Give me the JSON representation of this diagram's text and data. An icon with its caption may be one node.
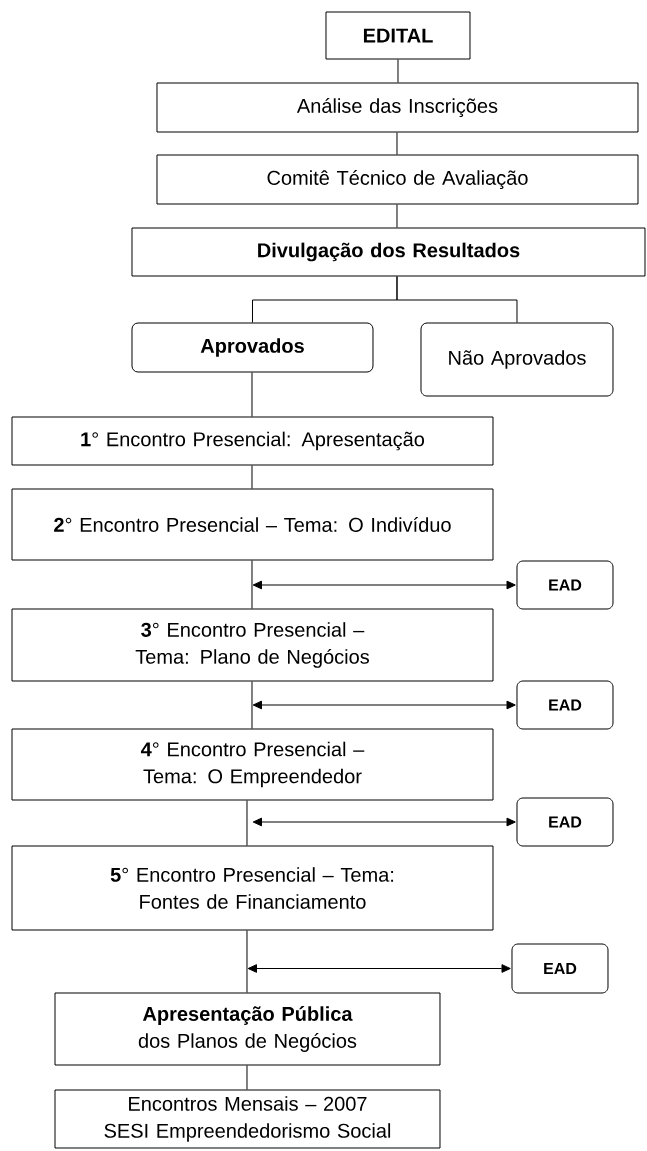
{
  "diagram": {
    "nodes": [
      {
        "text": [
          "EDITAL"
        ]
      },
      {
        "text": [
          "Análise das Inscrições"
        ]
      },
      {
        "text": [
          "Comitê Técnico de Avaliação"
        ]
      },
      {
        "text": [
          "Divulgação dos Resultados"
        ]
      },
      {
        "text": [
          "Aprovados"
        ]
      },
      {
        "text": [
          "Não Aprovados"
        ]
      },
      {
        "text": [
          "**1**° Encontro Presencial: Apresentação"
        ]
      },
      {
        "text": [
          "**2**° Encontro Presencial – Tema: O Indivíduo"
        ]
      },
      {
        "text": [
          "EAD"
        ]
      },
      {
        "text": [
          "**3**° Encontro Presencial – Tema: Plano de Negócios"
        ]
      },
      {
        "text": [
          "EAD"
        ]
      },
      {
        "text": [
          "**4**° Encontro Presencial – Tema: O Empreendedor"
        ]
      },
      {
        "text": [
          "EAD"
        ]
      },
      {
        "text": [
          "**5**° Encontro Presencial – Tema: Fontes de Financiamento"
        ]
      },
      {
        "text": [
          "EAD"
        ]
      },
      {
        "text": [
          "**Apresentação Pública** dos Planos de Negócios"
        ]
      },
      {
        "text": [
          "Encontros Mensais – 2007",
          "SESI Empreendedorismo Social"
        ]
      }
    ],
    "edges": [
      {
        "from": 0,
        "to": 1,
        "arrow": "none"
      },
      {
        "from": 1,
        "to": 2,
        "arrow": "none"
      },
      {
        "from": 2,
        "to": 3,
        "arrow": "none"
      },
      {
        "from": 3,
        "to": 4,
        "arrow": "none"
      },
      {
        "from": 3,
        "to": 5,
        "arrow": "none"
      },
      {
        "from": 4,
        "to": 6,
        "arrow": "none"
      },
      {
        "from": 6,
        "to": 7,
        "arrow": "none"
      },
      {
        "from": 7,
        "to": 9,
        "arrow": "none"
      },
      {
        "from": null,
        "to": 8,
        "arrow": "both"
      },
      {
        "from": 9,
        "to": 11,
        "arrow": "none"
      },
      {
        "from": null,
        "to": 10,
        "arrow": "both"
      },
      {
        "from": 11,
        "to": 13,
        "arrow": "none"
      },
      {
        "from": null,
        "to": 12,
        "arrow": "both"
      },
      {
        "from": 13,
        "to": 15,
        "arrow": "none"
      },
      {
        "from": null,
        "to": 14,
        "arrow": "both"
      },
      {
        "from": 15,
        "to": 16,
        "arrow": "none"
      }
    ]
  }
}
